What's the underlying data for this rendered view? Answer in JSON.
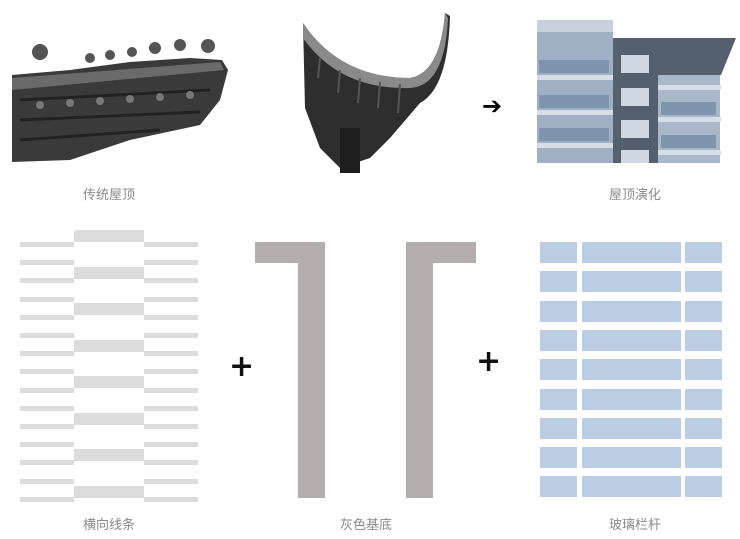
{
  "labels": {
    "traditional_roof": "传统屋顶",
    "roof_evolution": "屋顶演化",
    "horizontal_lines": "横向线条",
    "gray_base": "灰色基底",
    "glass_railing": "玻璃栏杆"
  },
  "symbols": {
    "arrow": "➔",
    "plus": "+"
  },
  "colors": {
    "stripe": "#dcdcdc",
    "gray_base": "#b3adad",
    "glass": "#bacde3",
    "label": "#8a8a8a"
  }
}
